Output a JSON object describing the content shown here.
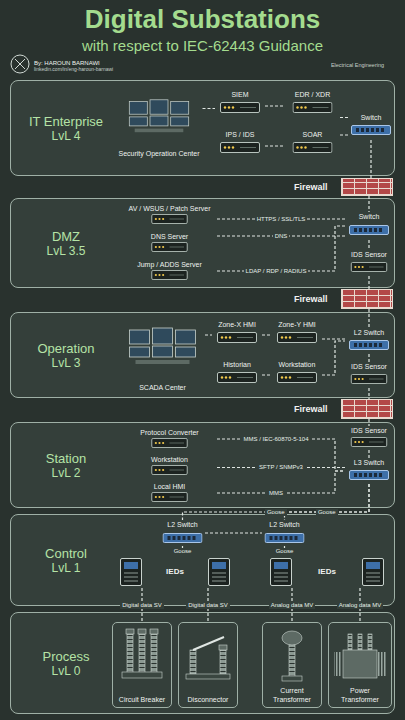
{
  "diagram": {
    "title": "Digital Substations",
    "nodes": [
      {
        "text": [
          "IT Enterprise",
          "LvL 4"
        ]
      },
      {
        "text": [
          "Security Operation Center"
        ],
        "in": 0
      },
      {
        "text": [
          "SIEM"
        ],
        "in": 0
      },
      {
        "text": [
          "IPS / IDS"
        ],
        "in": 0
      },
      {
        "text": [
          "EDR / XDR"
        ],
        "in": 0
      },
      {
        "text": [
          "SOAR"
        ],
        "in": 0
      },
      {
        "text": [
          "Switch"
        ],
        "in": 0
      },
      {
        "text": [
          "Firewall"
        ]
      },
      {
        "text": [
          "DMZ",
          "LvL 3.5"
        ]
      },
      {
        "text": [
          "AV / WSUS / Patch Server"
        ],
        "in": 8
      },
      {
        "text": [
          "DNS Server"
        ],
        "in": 8
      },
      {
        "text": [
          "Jump / ADDS Server"
        ],
        "in": 8
      },
      {
        "text": [
          "Switch"
        ],
        "in": 8
      },
      {
        "text": [
          "IDS Sensor"
        ],
        "in": 8
      },
      {
        "text": [
          "Firewall"
        ]
      },
      {
        "text": [
          "Operation",
          "LvL 3"
        ]
      },
      {
        "text": [
          "SCADA Center"
        ],
        "in": 15
      },
      {
        "text": [
          "Zone-X HMI"
        ],
        "in": 15
      },
      {
        "text": [
          "Zone-Y HMI"
        ],
        "in": 15
      },
      {
        "text": [
          "Historian"
        ],
        "in": 15
      },
      {
        "text": [
          "Workstation"
        ],
        "in": 15
      },
      {
        "text": [
          "L2 Switch"
        ],
        "in": 15
      },
      {
        "text": [
          "IDS Sensor"
        ],
        "in": 15
      },
      {
        "text": [
          "Firewall"
        ]
      },
      {
        "text": [
          "Station",
          "LvL 2"
        ]
      },
      {
        "text": [
          "Protocol Converter"
        ],
        "in": 24
      },
      {
        "text": [
          "Workstation"
        ],
        "in": 24
      },
      {
        "text": [
          "Local HMI"
        ],
        "in": 24
      },
      {
        "text": [
          "IDS Sensor"
        ],
        "in": 24
      },
      {
        "text": [
          "L3 Switch"
        ],
        "in": 24
      },
      {
        "text": [
          "Control",
          "LvL 1"
        ]
      },
      {
        "text": [
          "L2 Switch"
        ],
        "in": 30
      },
      {
        "text": [
          "L2 Switch"
        ],
        "in": 30
      },
      {
        "text": [
          "IEDs"
        ],
        "in": 30
      },
      {
        "text": [
          "IEDs"
        ],
        "in": 30
      },
      {
        "text": [
          "Process",
          "LvL 0"
        ]
      },
      {
        "text": [
          "Circuit Breaker"
        ],
        "in": 35
      },
      {
        "text": [
          "Disconnector"
        ],
        "in": 35
      },
      {
        "text": [
          "Current Transformer"
        ],
        "in": 35
      },
      {
        "text": [
          "Power Transformer"
        ],
        "in": 35
      }
    ],
    "edges": [
      {
        "from": 2,
        "to": 4,
        "arrow": "none"
      },
      {
        "from": 3,
        "to": 5,
        "arrow": "none"
      },
      {
        "from": 4,
        "to": 6,
        "arrow": "none"
      },
      {
        "from": 5,
        "to": 6,
        "arrow": "none"
      },
      {
        "from": 1,
        "to": 2,
        "arrow": "none"
      },
      {
        "from": 6,
        "to": 7,
        "arrow": "none"
      },
      {
        "from": 7,
        "to": 12,
        "arrow": "none"
      },
      {
        "from": 9,
        "to": 12,
        "label": "HTTPS / SSL/TLS",
        "arrow": "none"
      },
      {
        "from": 10,
        "to": 12,
        "label": "DNS",
        "arrow": "none"
      },
      {
        "from": 11,
        "to": 12,
        "label": "LDAP / RDP / RADIUS",
        "arrow": "none"
      },
      {
        "from": 12,
        "to": 13,
        "arrow": "none"
      },
      {
        "from": 13,
        "to": 14,
        "arrow": "none"
      },
      {
        "from": 14,
        "to": 21,
        "arrow": "none"
      },
      {
        "from": 17,
        "to": 18,
        "arrow": "none"
      },
      {
        "from": 18,
        "to": 21,
        "arrow": "none"
      },
      {
        "from": 19,
        "to": 20,
        "arrow": "none"
      },
      {
        "from": 20,
        "to": 21,
        "arrow": "none"
      },
      {
        "from": 16,
        "to": 17,
        "arrow": "none"
      },
      {
        "from": 21,
        "to": 22,
        "arrow": "none"
      },
      {
        "from": 22,
        "to": 23,
        "arrow": "none"
      },
      {
        "from": 23,
        "to": 28,
        "arrow": "none"
      },
      {
        "from": 28,
        "to": 29,
        "arrow": "none"
      },
      {
        "from": 25,
        "to": 29,
        "label": "MMS / IEC-60870-5-104",
        "arrow": "none"
      },
      {
        "from": 26,
        "to": 29,
        "label": "SFTP / SNMPv3",
        "arrow": "none"
      },
      {
        "from": 27,
        "to": 29,
        "label": "MMS",
        "arrow": "none"
      },
      {
        "from": 29,
        "to": 31,
        "label": "Goose",
        "arrow": "none"
      },
      {
        "from": 29,
        "to": 32,
        "label": "Goose",
        "arrow": "none"
      },
      {
        "from": 31,
        "to": 32,
        "arrow": "none"
      },
      {
        "from": 31,
        "to": 33,
        "label": "Goose",
        "arrow": "none"
      },
      {
        "from": 32,
        "to": 34,
        "label": "Goose",
        "arrow": "none"
      },
      {
        "from": 33,
        "to": 36,
        "label": "Digital data SV",
        "arrow": "none"
      },
      {
        "from": 33,
        "to": 37,
        "label": "Digital data SV",
        "arrow": "none"
      },
      {
        "from": 34,
        "to": 38,
        "label": "Analog data MV",
        "arrow": "none"
      },
      {
        "from": 34,
        "to": 39,
        "label": "Analog data MV",
        "arrow": "none"
      }
    ],
    "labels": [
      "with respect to IEC-62443 Guidance",
      "By: HAROUN BARNAWI",
      "linkedin.com/in/eng-haroun-barnawi",
      "Electrical Engineering"
    ]
  }
}
